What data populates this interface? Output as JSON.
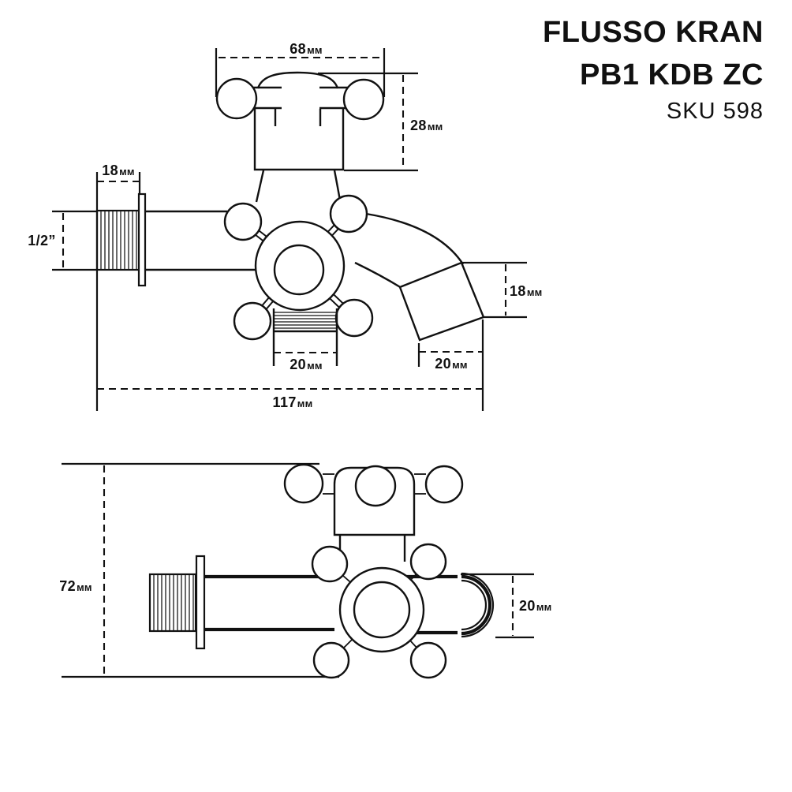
{
  "title_block": {
    "brand_line1": "FLUSSO KRAN",
    "brand_line2": "PB1 KDB ZC",
    "sku": "SKU 598"
  },
  "side_view": {
    "dim_handle_width": {
      "value": "68",
      "unit": "мм"
    },
    "dim_handle_height": {
      "value": "28",
      "unit": "мм"
    },
    "dim_inlet_length": {
      "value": "18",
      "unit": "мм"
    },
    "dim_inlet_thread": {
      "value": "1/2”",
      "unit": ""
    },
    "dim_outlet_width": {
      "value": "20",
      "unit": "мм"
    },
    "dim_spout_drop": {
      "value": "18",
      "unit": "мм"
    },
    "dim_spout_length": {
      "value": "20",
      "unit": "мм"
    },
    "dim_overall_length": {
      "value": "117",
      "unit": "мм"
    }
  },
  "top_view": {
    "dim_overall_depth": {
      "value": "72",
      "unit": "мм"
    },
    "dim_spout_diameter": {
      "value": "20",
      "unit": "мм"
    }
  },
  "colors": {
    "ink": "#111111",
    "background": "#ffffff"
  }
}
